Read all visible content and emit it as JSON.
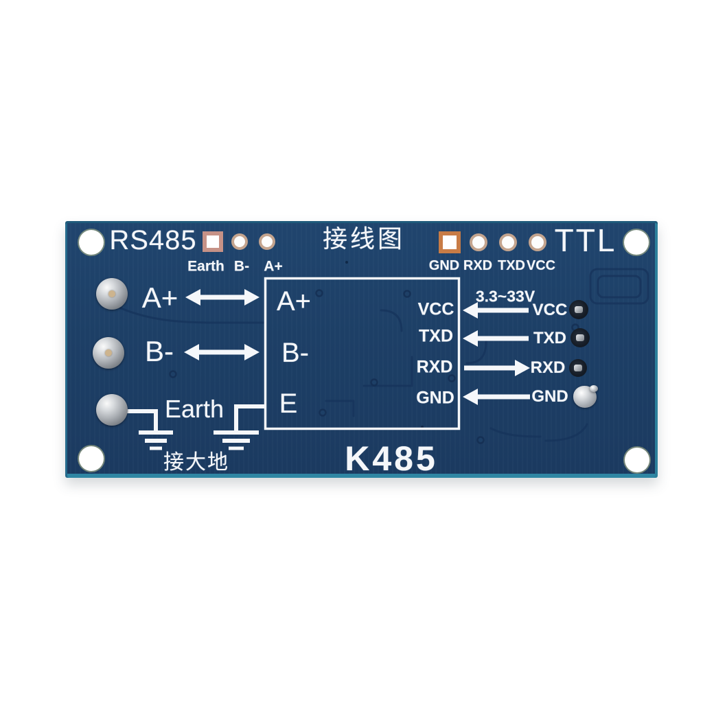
{
  "photo": {
    "background": "#ffffff"
  },
  "board": {
    "corner_labels": {
      "rs485": "RS485",
      "ttl": "TTL"
    },
    "diagram_title": "接线图",
    "model": "K485",
    "earth_note": "接大地",
    "voltage_range": "3.3~33V",
    "rs485_header_pins": [
      "Earth",
      "B-",
      "A+"
    ],
    "ttl_header_pins": [
      "GND",
      "RXD",
      "TXD",
      "VCC"
    ],
    "left_terminals": [
      "A+",
      "B-",
      "Earth"
    ],
    "chip_left_pins": [
      "A+",
      "B-",
      "E"
    ],
    "chip_right_pins": [
      "VCC",
      "TXD",
      "RXD",
      "GND"
    ],
    "ttl_side_signals": [
      "VCC",
      "TXD",
      "RXD",
      "GND"
    ],
    "signal_directions": {
      "VCC": "in",
      "TXD": "in",
      "RXD": "out",
      "GND": "in"
    },
    "colors": {
      "board_face": "#1d3f66",
      "board_edge": "#2e82a0",
      "silkscreen": "#f5f7fa",
      "copper_trace": "#16335b",
      "rs485_square_pad_ring": "#c69287",
      "ttl_square_pad_ring": "#c87c46",
      "round_pad_ring": "#c4a48e",
      "solder": "#c6c9cd"
    }
  }
}
